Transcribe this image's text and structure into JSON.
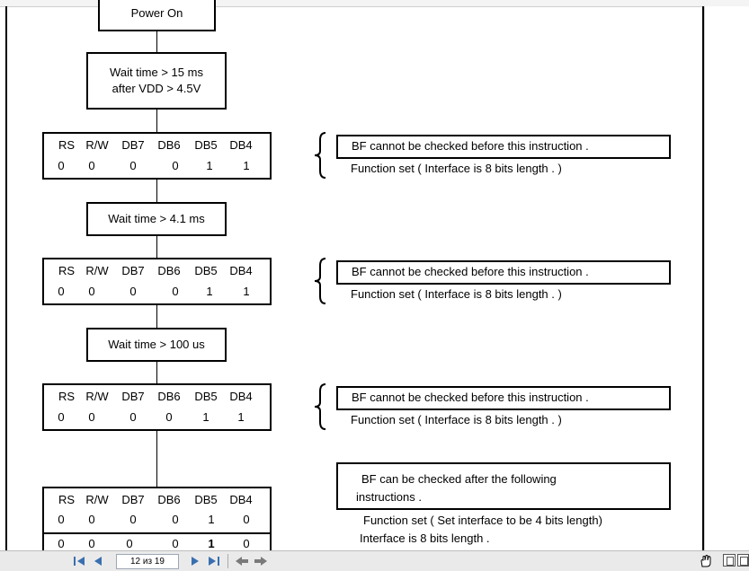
{
  "flow": {
    "power_on": "Power On",
    "wait1": [
      "Wait time > 15 ms",
      "after VDD > 4.5V"
    ],
    "wait2": "Wait time > 4.1 ms",
    "wait3": "Wait time > 100 us"
  },
  "register": {
    "headers": [
      "RS",
      "R/W",
      "DB7",
      "DB6",
      "DB5",
      "DB4"
    ],
    "rows": [
      [
        "0",
        "0",
        "0",
        "0",
        "1",
        "1"
      ],
      [
        "0",
        "0",
        "0",
        "0",
        "1",
        "1"
      ],
      [
        "0",
        "0",
        "0",
        "0",
        "1",
        "1"
      ],
      [
        "0",
        "0",
        "0",
        "0",
        "1",
        "0"
      ],
      [
        "0",
        "0",
        "0",
        "0",
        "1",
        "0"
      ]
    ]
  },
  "notes": {
    "bf_cannot": "BF cannot be checked before this instruction .",
    "function_set_8": "Function set ( Interface is 8 bits length . )",
    "bf_can": [
      "BF can be checked after the following",
      "instructions ."
    ],
    "function_set_4": "Function set ( Set interface to be 4 bits length)",
    "interface_8": "Interface is 8 bits length ."
  },
  "toolbar": {
    "page_indicator": "12 из 19"
  },
  "icons": [
    "first-page-icon",
    "prev-page-icon",
    "next-page-icon",
    "last-page-icon",
    "back-icon",
    "forward-icon",
    "hand-tool-icon",
    "single-page-view-icon",
    "continuous-view-icon"
  ]
}
